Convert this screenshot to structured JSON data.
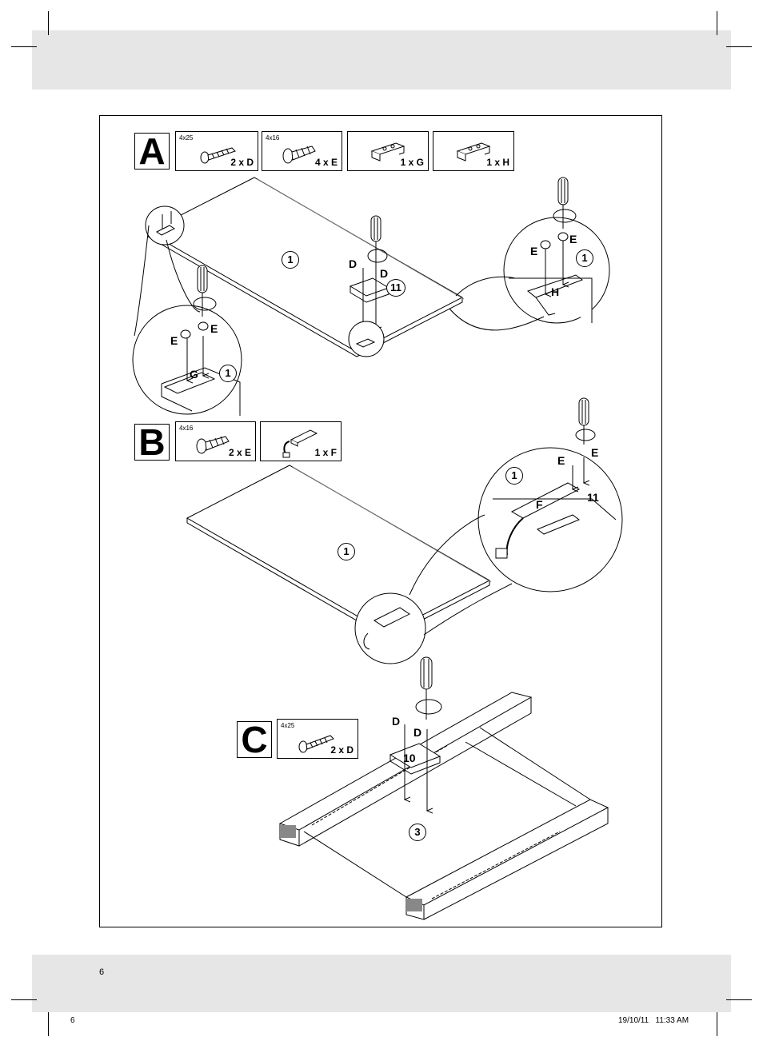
{
  "page": {
    "number": "6"
  },
  "footer": {
    "page": "6",
    "timestamp": "19/10/11   11:33 AM"
  },
  "steps": [
    {
      "letter": "A",
      "parts": [
        {
          "size": "4x25",
          "qty": "2 x D",
          "icon": "long-screw-icon"
        },
        {
          "size": "4x16",
          "qty": "4 x E",
          "icon": "short-screw-icon"
        },
        {
          "size": "",
          "qty": "1 x G",
          "icon": "bracket-icon"
        },
        {
          "size": "",
          "qty": "1 x H",
          "icon": "bracket-icon"
        }
      ],
      "labels": {
        "panel": "1",
        "block": "11",
        "d1": "D",
        "d2": "D",
        "left_e1": "E",
        "left_e2": "E",
        "left_g": "G",
        "left_panel": "1",
        "right_e1": "E",
        "right_e2": "E",
        "right_h": "H",
        "right_panel": "1"
      }
    },
    {
      "letter": "B",
      "parts": [
        {
          "size": "4x16",
          "qty": "2 x E",
          "icon": "short-screw-icon"
        },
        {
          "size": "",
          "qty": "1 x F",
          "icon": "hinge-icon"
        }
      ],
      "labels": {
        "panel": "1",
        "zoom_panel": "1",
        "zoom_block": "11",
        "e1": "E",
        "e2": "E",
        "f": "F"
      }
    },
    {
      "letter": "C",
      "parts": [
        {
          "size": "4x25",
          "qty": "2 x D",
          "icon": "long-screw-icon"
        }
      ],
      "labels": {
        "frame": "3",
        "block": "10",
        "d1": "D",
        "d2": "D"
      }
    }
  ]
}
